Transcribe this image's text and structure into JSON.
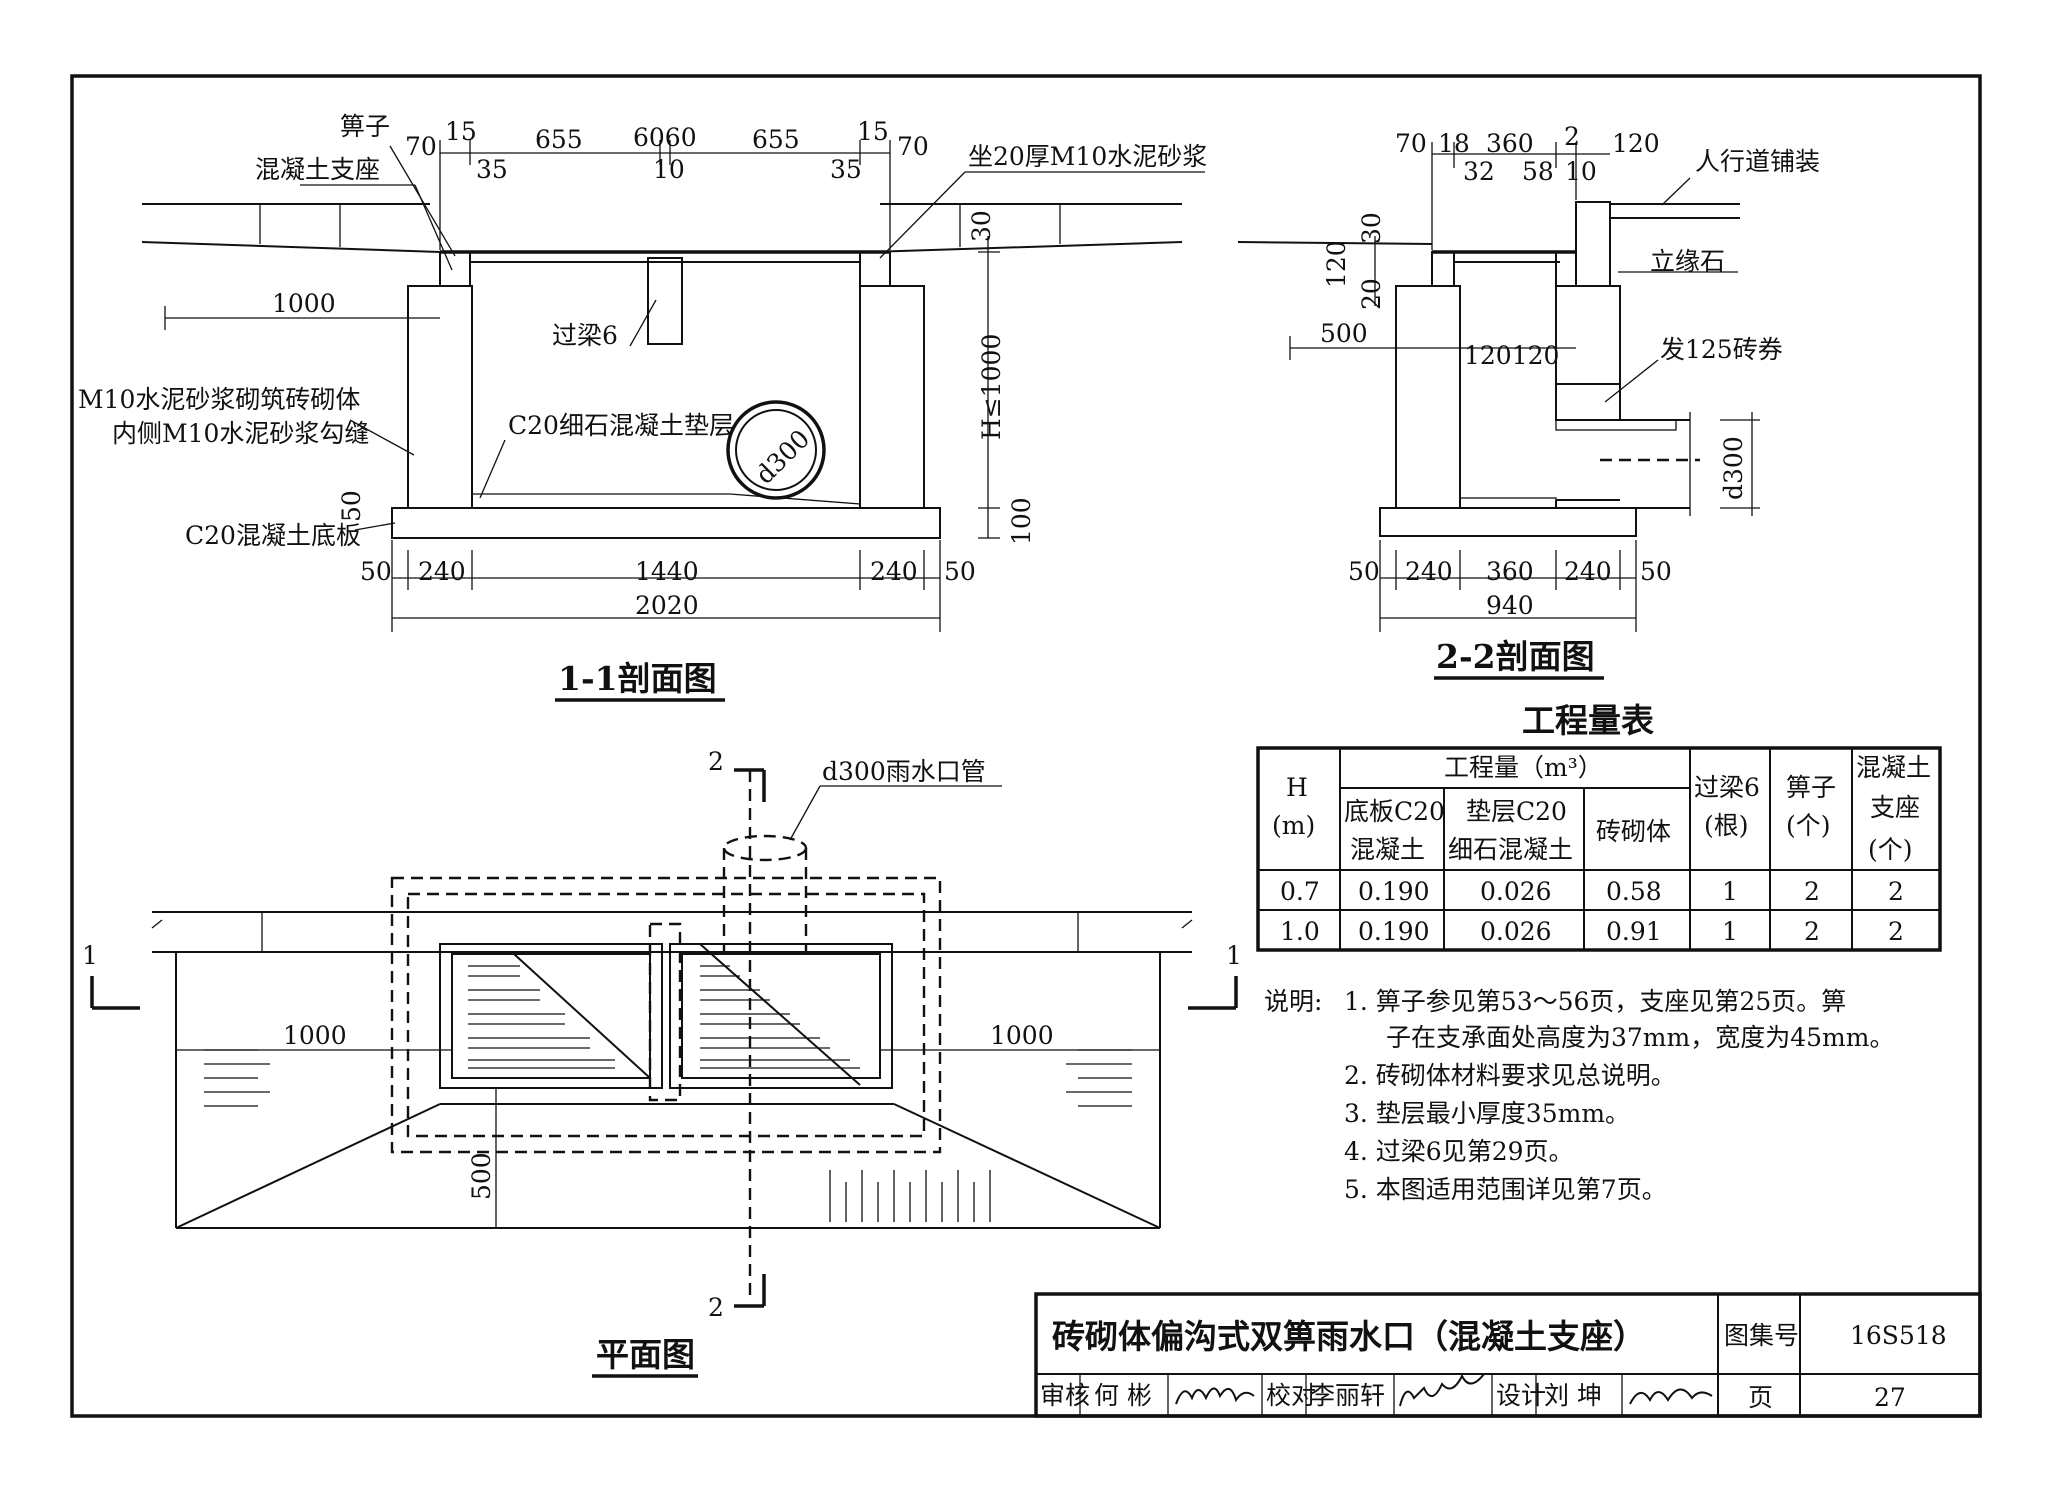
{
  "section_1_1": {
    "title": "1-1剖面图",
    "labels": {
      "grate": "箅子",
      "concrete_seat": "混凝土支座",
      "mortar_bed": "坐20厚M10水泥砂浆",
      "lintel": "过梁6",
      "brick_wall_1": "M10水泥砂浆砌筑砖砌体",
      "brick_wall_2": "内侧M10水泥砂浆勾缝",
      "cushion": "C20细石混凝土垫层",
      "pipe": "d300",
      "base_slab": "C20混凝土底板",
      "height": "H≤1000"
    },
    "top_dims": [
      "70",
      "15",
      "655",
      "6060",
      "655",
      "15",
      "70"
    ],
    "top_dims_lower": [
      "35",
      "10",
      "35"
    ],
    "side_dims": {
      "left_1000": "1000",
      "d30": "30",
      "d50": "50",
      "d100": "100"
    },
    "bottom_dims": [
      "50",
      "240",
      "1440",
      "240",
      "50"
    ],
    "total_dim": "2020"
  },
  "section_2_2": {
    "title": "2-2剖面图",
    "labels": {
      "paving": "人行道铺装",
      "curb": "立缘石",
      "arch": "发125砖券",
      "pipe": "d300"
    },
    "top_dims": [
      "70",
      "18",
      "360",
      "2",
      "120"
    ],
    "top_dims_lower": [
      "32",
      "58",
      "10"
    ],
    "side_dims": {
      "d30": "30",
      "d120": "120",
      "d20": "20",
      "d500": "500",
      "inner": "120120"
    },
    "bottom_dims": [
      "50",
      "240",
      "360",
      "240",
      "50"
    ],
    "total_dim": "940"
  },
  "plan": {
    "title": "平面图",
    "pipe_label": "d300雨水口管",
    "cut_2": "2",
    "cut_1": "1",
    "dim_left": "1000",
    "dim_right": "1000",
    "dim_500": "500"
  },
  "quantity_table": {
    "title": "工程量表",
    "h_header": "H",
    "h_unit": "(m)",
    "group_header": "工程量（m³）",
    "col_base": [
      "底板C20",
      "混凝土"
    ],
    "col_cushion": [
      "垫层C20",
      "细石混凝土"
    ],
    "col_brick": "砖砌体",
    "col_lintel": [
      "过梁6",
      "(根)"
    ],
    "col_grate": [
      "箅子",
      "(个)"
    ],
    "col_seat": [
      "混凝土",
      "支座",
      "(个)"
    ],
    "rows": [
      [
        "0.7",
        "0.190",
        "0.026",
        "0.58",
        "1",
        "2",
        "2"
      ],
      [
        "1.0",
        "0.190",
        "0.026",
        "0.91",
        "1",
        "2",
        "2"
      ]
    ]
  },
  "notes": {
    "prefix": "说明:",
    "items": [
      "1. 箅子参见第53～56页，支座见第25页。箅",
      "子在支承面处高度为37mm，宽度为45mm。",
      "2. 砖砌体材料要求见总说明。",
      "3. 垫层最小厚度35mm。",
      "4. 过梁6见第29页。",
      "5. 本图适用范围详见第7页。"
    ]
  },
  "title_block": {
    "title": "砖砌体偏沟式双箅雨水口（混凝土支座）",
    "atlas_label": "图集号",
    "atlas_no": "16S518",
    "review_label": "审核",
    "reviewer": "何 彬",
    "check_label": "校对",
    "checker": "李丽轩",
    "design_label": "设计",
    "designer": "刘 坤",
    "page_label": "页",
    "page_no": "27"
  }
}
